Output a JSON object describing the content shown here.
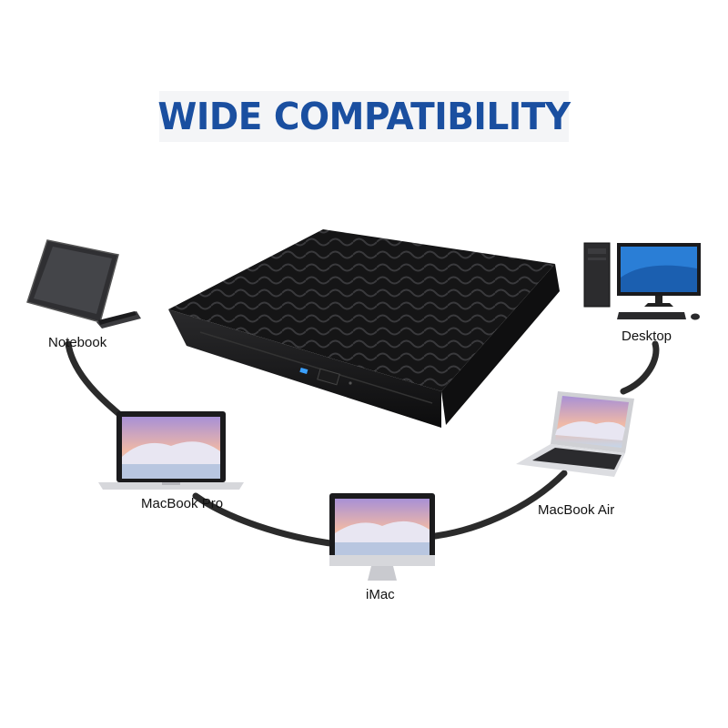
{
  "title": "WIDE COMPATIBILITY",
  "devices": {
    "notebook": "Notebook",
    "desktop": "Desktop",
    "macbook_pro": "MacBook Pro",
    "macbook_air": "MacBook Air",
    "imac": "iMac"
  },
  "colors": {
    "title": "#1a4fa0",
    "cable": "#2b2b2b",
    "drive": "#1c1c1e",
    "drive_led": "#3aa0ff"
  },
  "icons": [
    "usb-cable",
    "optical-drive",
    "laptop",
    "desktop-pc",
    "imac"
  ]
}
